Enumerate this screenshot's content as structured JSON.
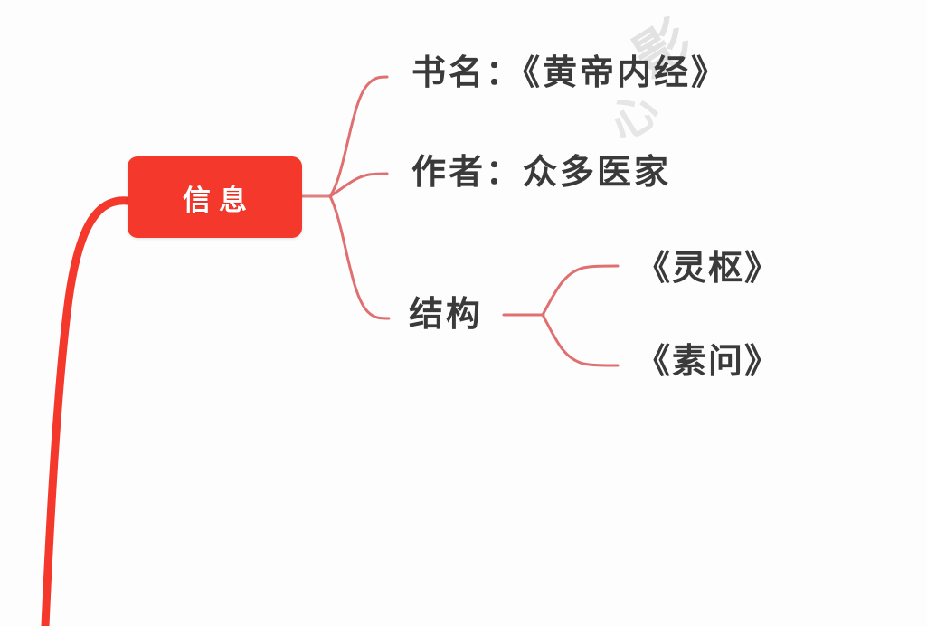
{
  "document": {
    "type": "mindmap",
    "background_color": "#fdfdfd",
    "accent_color": "#f4382c",
    "branch_line_color": "#e06f70",
    "text_color": "#3a3a3a"
  },
  "root": {
    "label": "信息",
    "text_color": "#ffffff",
    "fill_color": "#f4382c"
  },
  "branches": [
    {
      "id": "title",
      "label": "书名：《黄帝内经》",
      "children": []
    },
    {
      "id": "author",
      "label": "作者：众多医家",
      "children": []
    },
    {
      "id": "structure",
      "label": "结构",
      "children": [
        {
          "id": "lingshu",
          "label": "《灵枢》"
        },
        {
          "id": "suwen",
          "label": "《素问》"
        }
      ]
    }
  ],
  "watermark": {
    "line_1": "影",
    "line_2": "心"
  }
}
